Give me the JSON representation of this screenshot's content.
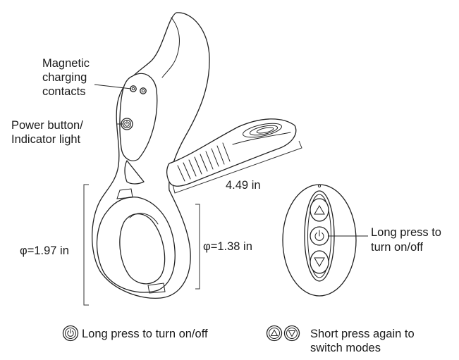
{
  "labels": {
    "charging_line1": "Magnetic",
    "charging_line2": "charging",
    "charging_line3": "contacts",
    "power_line1": "Power button/",
    "power_line2": "Indicator light",
    "length": "4.49 in",
    "outer_diameter": "φ=1.97 in",
    "inner_diameter": "φ=1.38 in",
    "remote_line1": "Long press to",
    "remote_line2": "turn on/off"
  },
  "legend": {
    "power_text": "Long press to turn on/off",
    "modes_line1": "Short press again to",
    "modes_line2": "switch modes"
  },
  "icons": {
    "power": "power-icon",
    "up": "up-triangle-icon",
    "down": "down-triangle-icon"
  }
}
